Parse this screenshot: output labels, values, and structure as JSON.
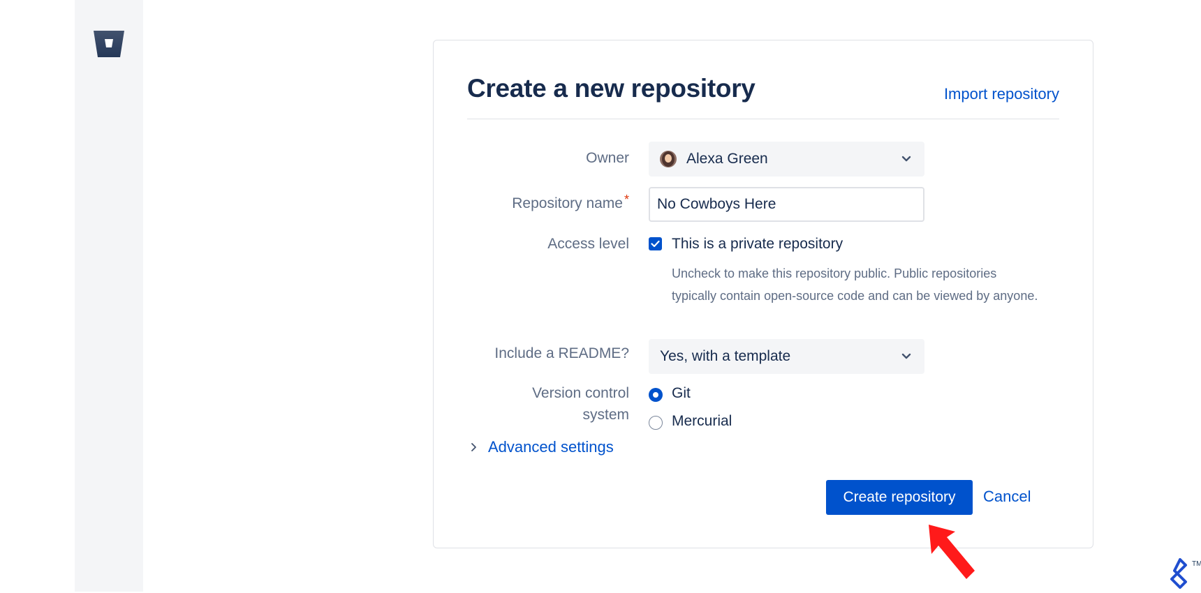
{
  "sidebar": {
    "logo_icon": "bitbucket-logo-icon"
  },
  "card": {
    "title": "Create a new repository",
    "import_link": "Import repository"
  },
  "form": {
    "owner": {
      "label": "Owner",
      "value": "Alexa Green",
      "icon": "user-avatar"
    },
    "repository_name": {
      "label": "Repository name",
      "required_mark": "*",
      "value": "No Cowboys Here"
    },
    "access_level": {
      "label": "Access level",
      "checkbox_label": "This is a private repository",
      "checked": true,
      "help": "Uncheck to make this repository public. Public repositories typically contain open-source code and can be viewed by anyone."
    },
    "readme": {
      "label": "Include a README?",
      "value": "Yes, with a template"
    },
    "vcs": {
      "label_line1": "Version control",
      "label_line2": "system",
      "options": [
        {
          "label": "Git",
          "selected": true
        },
        {
          "label": "Mercurial",
          "selected": false
        }
      ]
    },
    "advanced": "Advanced settings"
  },
  "actions": {
    "create_label": "Create repository",
    "cancel_label": "Cancel"
  },
  "annotation": {
    "icon": "red-arrow-pointer-icon",
    "color": "#ff0000"
  },
  "brand": {
    "icon": "toptal-logo-icon",
    "tm": "TM"
  },
  "colors": {
    "primary": "#0052cc",
    "text": "#172b4d",
    "muted": "#5e6c84",
    "sidebar": "#f4f5f7"
  }
}
